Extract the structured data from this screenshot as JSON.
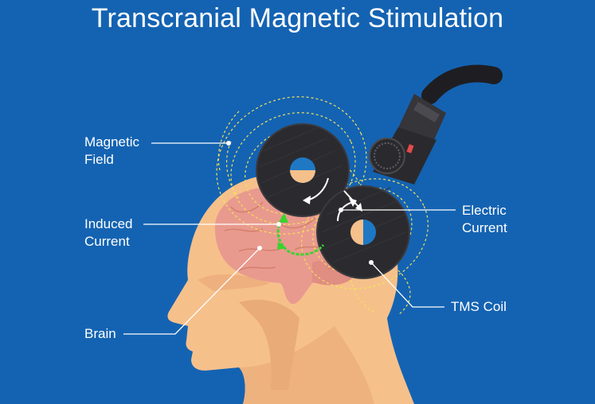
{
  "title": "Transcranial Magnetic Stimulation",
  "labels": {
    "magnetic_field": [
      "Magnetic",
      "Field"
    ],
    "induced_current": [
      "Induced",
      "Current"
    ],
    "brain": "Brain",
    "electric_current": [
      "Electric",
      "Current"
    ],
    "tms_coil": "TMS Coil"
  },
  "colors": {
    "background": "#1463b2",
    "skin": "#f6c08b",
    "skin_shadow": "#e9ab78",
    "brain": "#e99a8e",
    "coil": "#2b2b2f",
    "coil_hole": "#1f78c4",
    "field_lines": "#f2e35a",
    "induced_arrow": "#39d32e",
    "label_text": "#ffffff"
  }
}
